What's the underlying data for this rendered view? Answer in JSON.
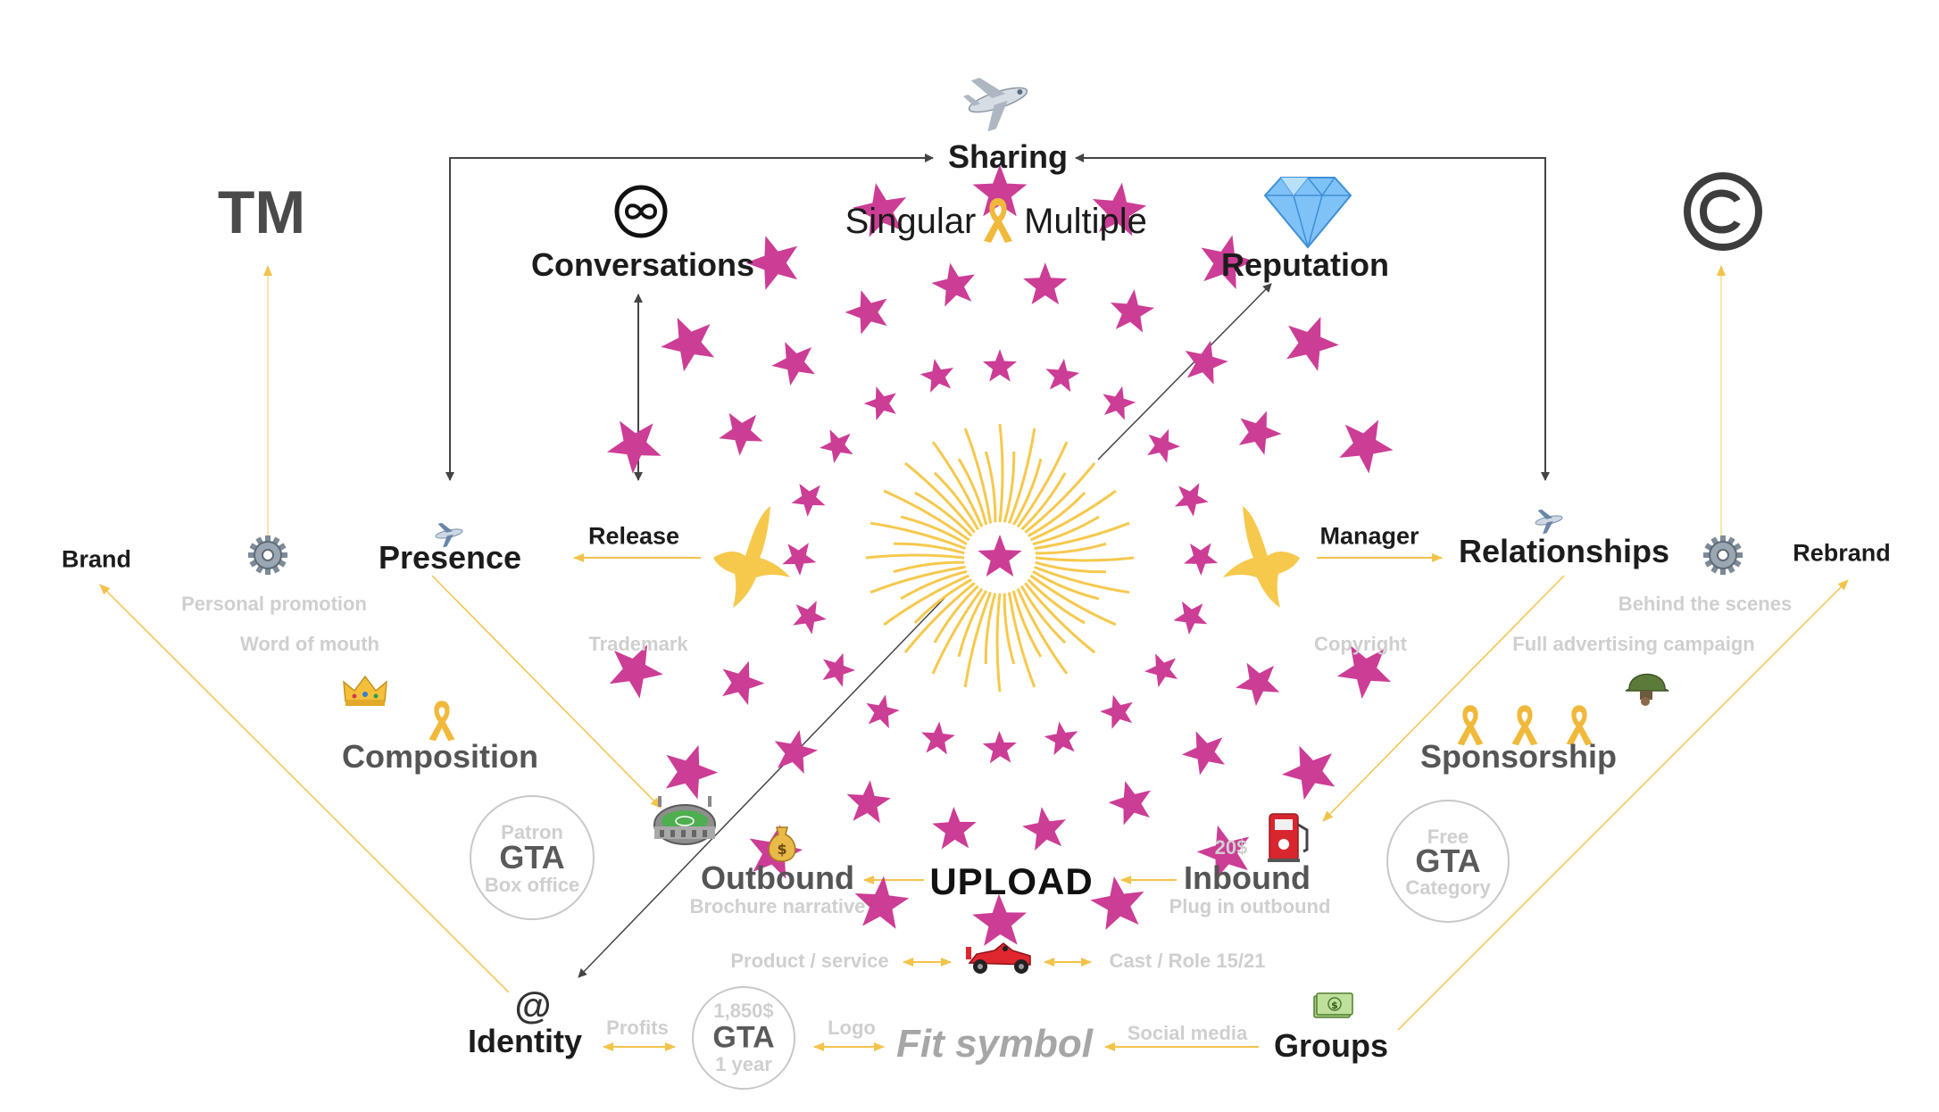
{
  "top": {
    "sharing": "Sharing",
    "singular": "Singular",
    "multiple": "Multiple",
    "conversations": "Conversations",
    "reputation": "Reputation",
    "tm": "TM"
  },
  "left": {
    "brand": "Brand",
    "presence": "Presence",
    "release": "Release",
    "personal_promotion": "Personal promotion",
    "word_of_mouth": "Word of mouth",
    "trademark": "Trademark",
    "composition": "Composition",
    "patron_badge": {
      "top": "Patron",
      "mid": "GTA",
      "bottom": "Box office"
    }
  },
  "right": {
    "rebrand": "Rebrand",
    "relationships": "Relationships",
    "manager": "Manager",
    "behind_the_scenes": "Behind the scenes",
    "full_advertising": "Full advertising campaign",
    "copyright": "Copyright",
    "sponsorship": "Sponsorship",
    "free_badge": {
      "top": "Free",
      "mid": "GTA",
      "bottom": "Category"
    }
  },
  "center": {
    "upload": "UPLOAD",
    "outbound": "Outbound",
    "brochure": "Brochure narrative",
    "inbound": "Inbound",
    "plug_in": "Plug in outbound",
    "price_20": "20$",
    "product_service": "Product / service",
    "cast_role": "Cast / Role 15/21"
  },
  "bottom": {
    "at_symbol": "@",
    "identity": "Identity",
    "profits": "Profits",
    "gta_badge": {
      "top": "1,850$",
      "mid": "GTA",
      "bottom": "1 year"
    },
    "logo": "Logo",
    "fit_symbol": "Fit symbol",
    "social_media": "Social media",
    "groups": "Groups"
  },
  "colors": {
    "star": "#cc3d95",
    "gold": "#f6c84c",
    "arrow_dark": "#444444",
    "arrow_gold": "#f3c34a",
    "ribbon": "#f1b93b"
  },
  "icons": [
    "airplane-icon",
    "infinity-icon",
    "ribbon-icon",
    "diamond-icon",
    "copyright-icon",
    "gear-icon",
    "crown-icon",
    "stadium-icon",
    "money-bag-icon",
    "fuel-pump-icon",
    "racecar-icon",
    "dollar-bill-icon",
    "soldier-helmet-icon",
    "dove-icon",
    "sun-icon"
  ]
}
